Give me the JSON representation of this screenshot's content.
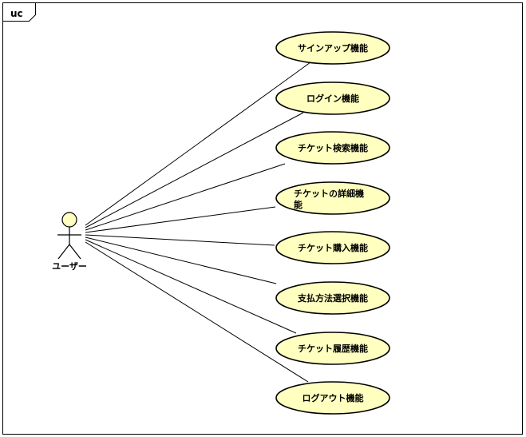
{
  "diagram": {
    "frame_label": "uc",
    "actor": {
      "name": "ユーザー"
    },
    "use_cases": [
      {
        "label_lines": [
          "サインアップ機能"
        ]
      },
      {
        "label_lines": [
          "ログイン機能"
        ]
      },
      {
        "label_lines": [
          "チケット検索機能"
        ]
      },
      {
        "label_lines": [
          "チケットの詳細機",
          "能"
        ]
      },
      {
        "label_lines": [
          "チケット購入機能"
        ]
      },
      {
        "label_lines": [
          "支払方法選択機能"
        ]
      },
      {
        "label_lines": [
          "チケット履歴機能"
        ]
      },
      {
        "label_lines": [
          "ログアウト機能"
        ]
      }
    ],
    "colors": {
      "use_case_fill": "#FFFFC0",
      "actor_fill": "#FFFFC0",
      "stroke": "#000000"
    }
  }
}
